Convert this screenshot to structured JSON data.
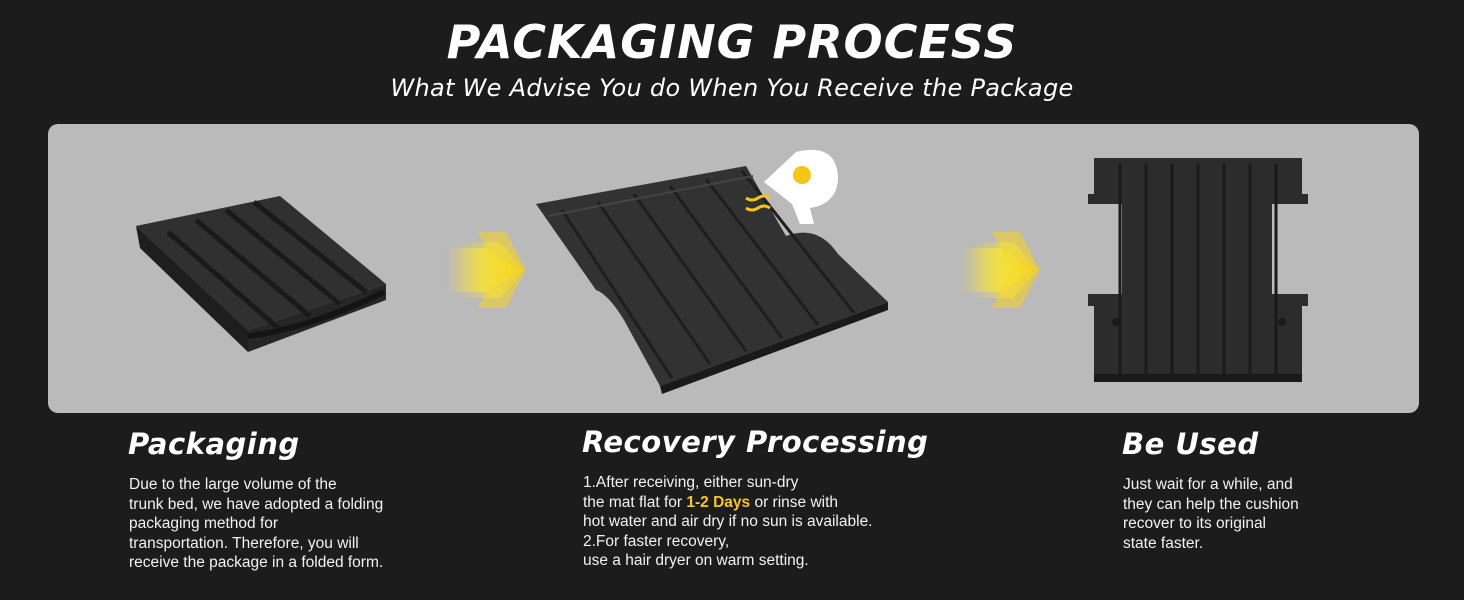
{
  "header": {
    "title": "PACKAGING PROCESS",
    "subtitle": "What We Advise You do When You Receive the Package"
  },
  "colors": {
    "background": "#1c1c1c",
    "panel": "#bababa",
    "accent_yellow": "#f7c52a",
    "mat": "#2e2e2e"
  },
  "steps": [
    {
      "heading": "Packaging",
      "lines": [
        "Due to the large volume of the",
        "trunk bed, we have adopted a folding",
        "packaging method for",
        "transportation. Therefore, you will",
        "receive the package in a folded form."
      ]
    },
    {
      "heading": "Recovery Processing",
      "line1": "1.After receiving, either sun-dry",
      "line2_before": "the mat flat for ",
      "line2_highlight": "1-2 Days",
      "line2_after": " or rinse with",
      "line3": "hot water and air dry if no sun is available.",
      "line4": "2.For faster recovery,",
      "line5": "use a hair dryer on warm setting."
    },
    {
      "heading": "Be Used",
      "lines": [
        "Just wait for a while, and",
        "they can help the cushion",
        "recover to its original",
        "state faster."
      ]
    }
  ],
  "icons": [
    "folded-mat-image",
    "arrow-icon",
    "flat-mat-image",
    "hair-dryer-icon",
    "arrow-icon",
    "recovered-mat-image"
  ]
}
